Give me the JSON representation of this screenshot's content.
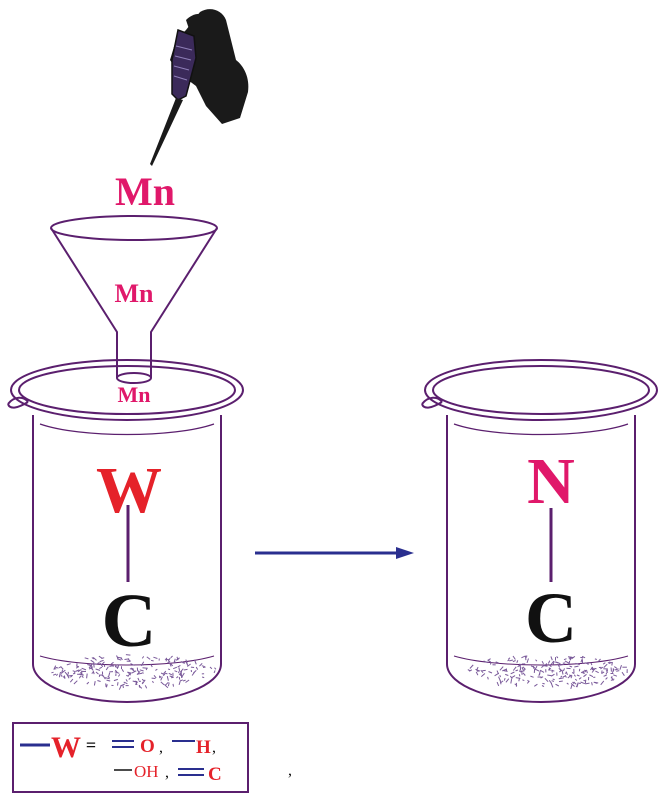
{
  "colors": {
    "magenta": "#e0186a",
    "red": "#e5222a",
    "purple": "#5b1f6e",
    "navy": "#2a2f8f",
    "black": "#111111"
  },
  "funnel": {
    "label_top": "Mn",
    "label_mid": "Mn",
    "label_bottom": "Mn"
  },
  "beaker_left": {
    "top_atom": "W",
    "bottom_atom": "C"
  },
  "beaker_right": {
    "top_atom": "N",
    "bottom_atom": "C"
  },
  "legend": {
    "w_symbol": "W",
    "equals": "=",
    "o_label": "O",
    "h_label": "H",
    "oh_label": "OH",
    "c_label": "C",
    "comma1": ",",
    "comma2": ",",
    "comma3": ",",
    "trailing_comma": ","
  },
  "icons": {
    "hand": "gloved-hand-icon",
    "pipette": "pipette-icon",
    "funnel": "funnel-icon",
    "beaker": "beaker-icon",
    "arrow": "right-arrow-icon"
  }
}
